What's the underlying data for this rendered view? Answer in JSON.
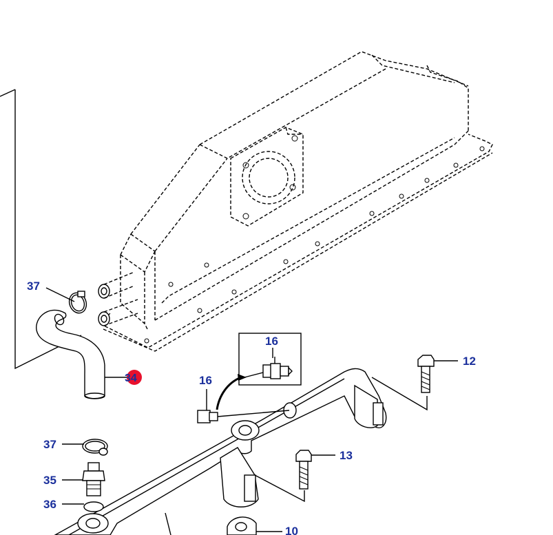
{
  "diagram": {
    "callouts": [
      {
        "id": "37a",
        "label": "37"
      },
      {
        "id": "34",
        "label": "34",
        "highlighted": true
      },
      {
        "id": "16a",
        "label": "16"
      },
      {
        "id": "16b",
        "label": "16"
      },
      {
        "id": "12",
        "label": "12"
      },
      {
        "id": "13",
        "label": "13"
      },
      {
        "id": "37b",
        "label": "37"
      },
      {
        "id": "35",
        "label": "35"
      },
      {
        "id": "36",
        "label": "36"
      },
      {
        "id": "10",
        "label": "10"
      }
    ],
    "colors": {
      "label": "#1a2f9c",
      "highlight": "#e8112d",
      "line": "#000000",
      "background": "#ffffff"
    }
  }
}
